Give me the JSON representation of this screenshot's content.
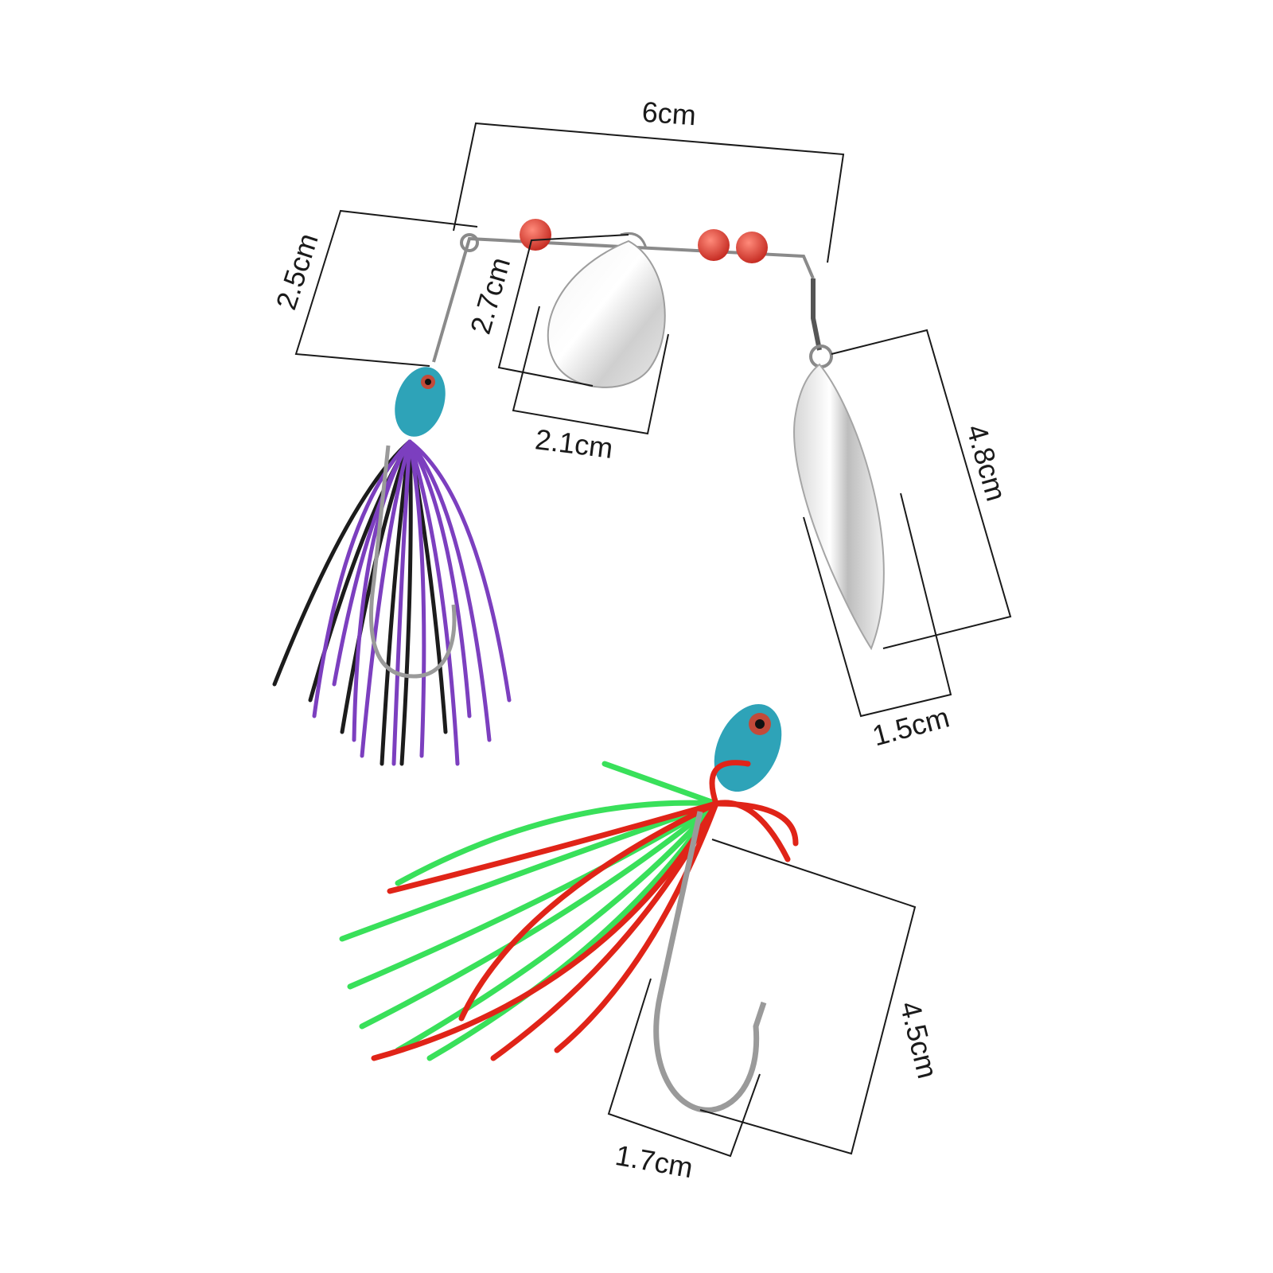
{
  "image_kind": "product photo with dimension callouts",
  "subject": "two spinnerbait fishing lures",
  "colors": {
    "background": "#ffffff",
    "dimension_lines": "#1a1a1a",
    "beads": "#d8342a",
    "blades": "#d9d9d9",
    "head": "#2ea3b8",
    "skirt_top_1": "#7c3fbf",
    "skirt_top_2": "#1c1c1c",
    "skirt_bottom_1": "#39e05a",
    "skirt_bottom_2": "#e02418",
    "hook": "#9a9a9a"
  },
  "dimensions": [
    {
      "id": "arm-length",
      "label": "6cm"
    },
    {
      "id": "lower-arm",
      "label": "2.5cm"
    },
    {
      "id": "round-blade-height",
      "label": "2.7cm"
    },
    {
      "id": "round-blade-width",
      "label": "2.1cm"
    },
    {
      "id": "willow-blade-height",
      "label": "4.8cm"
    },
    {
      "id": "willow-blade-width",
      "label": "1.5cm"
    },
    {
      "id": "hook-length",
      "label": "4.5cm"
    },
    {
      "id": "hook-gap",
      "label": "1.7cm"
    }
  ]
}
